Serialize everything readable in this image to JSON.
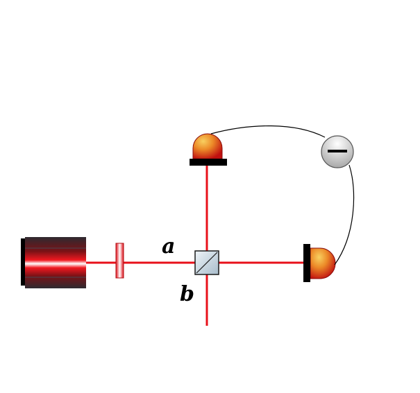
{
  "ports": {
    "a": "a",
    "b": "b"
  },
  "components": [
    {
      "name": "laser",
      "icon": "laser-icon"
    },
    {
      "name": "waveplate",
      "icon": "waveplate-icon"
    },
    {
      "name": "beam-splitter",
      "icon": "beam-splitter-cube-icon"
    },
    {
      "name": "detector-top",
      "icon": "photodetector-icon"
    },
    {
      "name": "detector-right",
      "icon": "photodetector-icon"
    },
    {
      "name": "subtractor",
      "icon": "minus-icon"
    }
  ],
  "colors": {
    "beam": "#e8101a",
    "laser_body": "#2e2a30",
    "detector_dark": "#c01010",
    "detector_light": "#f5c040",
    "mount": "#000000",
    "splitter_fill": "#c8d8e4",
    "subtractor_fill": "#d8d8d8"
  }
}
